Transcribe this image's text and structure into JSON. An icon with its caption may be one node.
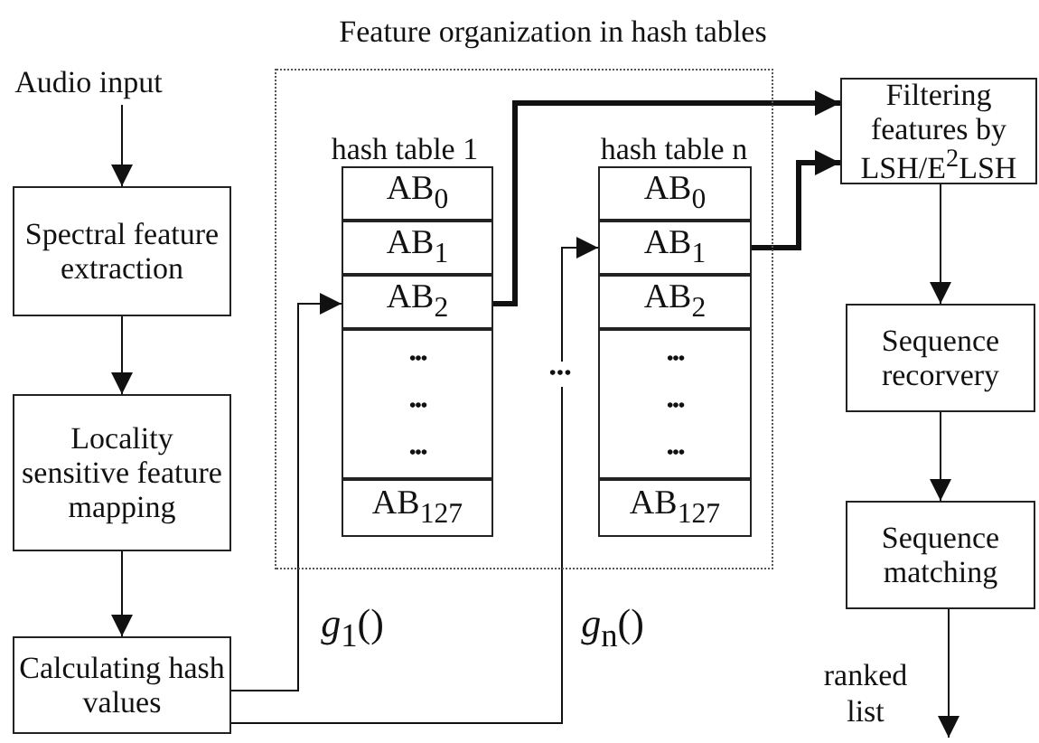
{
  "diagram": {
    "nodes": [
      {
        "text": [
          "Audio input"
        ]
      },
      {
        "text": [
          "Spectral feature extraction"
        ]
      },
      {
        "text": [
          "Locality sensitive feature mapping"
        ]
      },
      {
        "text": [
          "Calculating hash values"
        ]
      },
      {
        "text": [
          "Feature organization in hash tables"
        ]
      },
      {
        "text": [
          "hash table 1"
        ],
        "in": 4
      },
      {
        "text": [
          "AB$_{0}$"
        ],
        "in": 5
      },
      {
        "text": [
          "AB$_{1}$"
        ],
        "in": 5
      },
      {
        "text": [
          "AB$_{2}$"
        ],
        "in": 5
      },
      {
        "text": [
          "•••",
          "•••",
          "•••"
        ],
        "in": 5
      },
      {
        "text": [
          "AB$_{127}$"
        ],
        "in": 5
      },
      {
        "text": [
          "hash table n"
        ],
        "in": 4
      },
      {
        "text": [
          "AB$_{0}$"
        ],
        "in": 11
      },
      {
        "text": [
          "AB$_{1}$"
        ],
        "in": 11
      },
      {
        "text": [
          "AB$_{2}$"
        ],
        "in": 11
      },
      {
        "text": [
          "•••",
          "•••",
          "•••"
        ],
        "in": 11
      },
      {
        "text": [
          "AB$_{127}$"
        ],
        "in": 11
      },
      {
        "text": [
          "Filtering features by LSH/E$^{2}$LSH"
        ]
      },
      {
        "text": [
          "Sequence recorvery"
        ]
      },
      {
        "text": [
          "Sequence matching"
        ]
      }
    ],
    "edges": [
      {
        "from": 0,
        "to": 1,
        "arrow": "to"
      },
      {
        "from": 1,
        "to": 2,
        "arrow": "to"
      },
      {
        "from": 2,
        "to": 3,
        "arrow": "to"
      },
      {
        "from": 3,
        "to": 8,
        "arrow": "to",
        "label": "*g*$_{1}$()"
      },
      {
        "from": 3,
        "to": 13,
        "arrow": "to",
        "label": "*g*$_{n}$()"
      },
      {
        "from": 8,
        "to": 17,
        "arrow": "to",
        "style": "thick"
      },
      {
        "from": 13,
        "to": 17,
        "arrow": "to",
        "style": "thick"
      },
      {
        "from": 17,
        "to": 18,
        "arrow": "to"
      },
      {
        "from": 18,
        "to": 19,
        "arrow": "to"
      },
      {
        "from": 19,
        "to": null,
        "arrow": "to",
        "label": "ranked list"
      }
    ],
    "labels": [
      "•••"
    ]
  }
}
